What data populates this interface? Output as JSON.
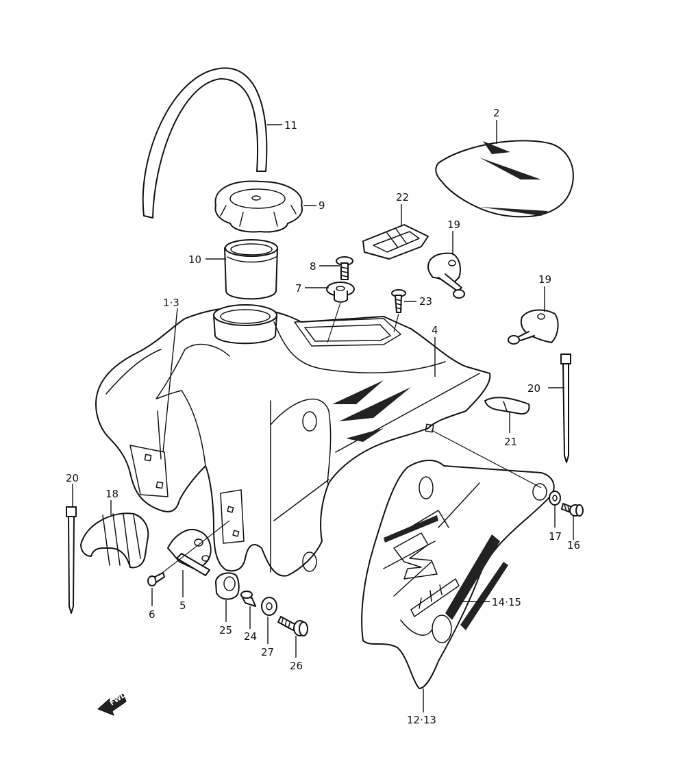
{
  "diagram": {
    "callouts": {
      "c1_3": "1·3",
      "c2": "2",
      "c4": "4",
      "c5": "5",
      "c6": "6",
      "c7": "7",
      "c8": "8",
      "c9": "9",
      "c10": "10",
      "c11": "11",
      "c12_13": "12·13",
      "c14_15": "14·15",
      "c16": "16",
      "c17": "17",
      "c18": "18",
      "c19a": "19",
      "c19b": "19",
      "c20a": "20",
      "c20b": "20",
      "c21": "21",
      "c22": "22",
      "c23": "23",
      "c24": "24",
      "c25": "25",
      "c26": "26",
      "c27": "27"
    },
    "forward_arrow": {
      "text": "FWD"
    }
  }
}
